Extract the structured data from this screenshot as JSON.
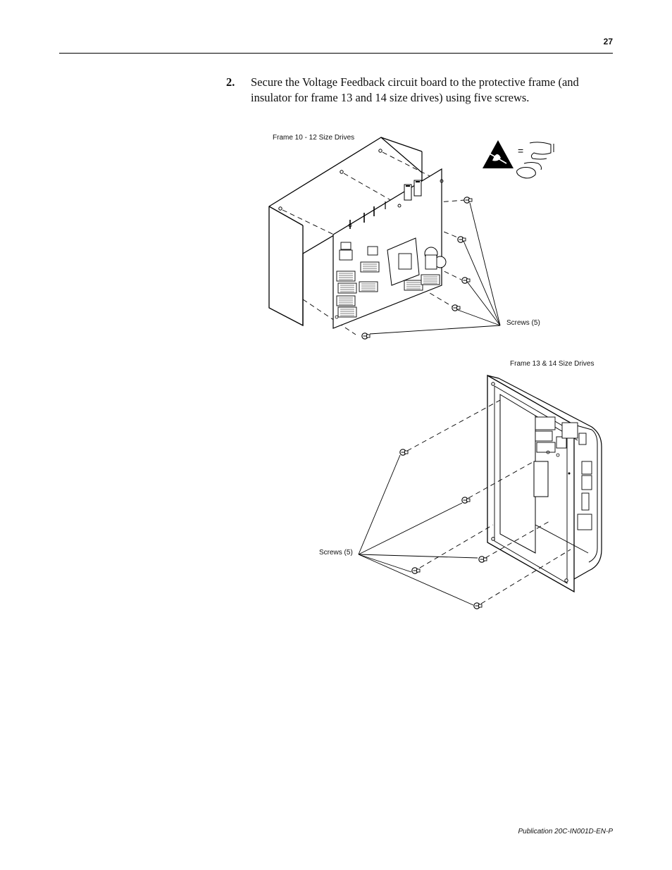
{
  "page": {
    "number": "27",
    "footer": "Publication 20C-IN001D-EN-P"
  },
  "step": {
    "number": "2.",
    "text": "Secure the Voltage Feedback circuit board to the protective frame (and insulator for frame 13 and 14 size drives) using five screws."
  },
  "figure_top": {
    "caption": "Frame 10 - 12 Size Drives",
    "screws_label": "Screws (5)",
    "esd_equals": "="
  },
  "figure_bottom": {
    "caption": "Frame 13 & 14 Size Drives",
    "screws_label": "Screws (5)"
  }
}
